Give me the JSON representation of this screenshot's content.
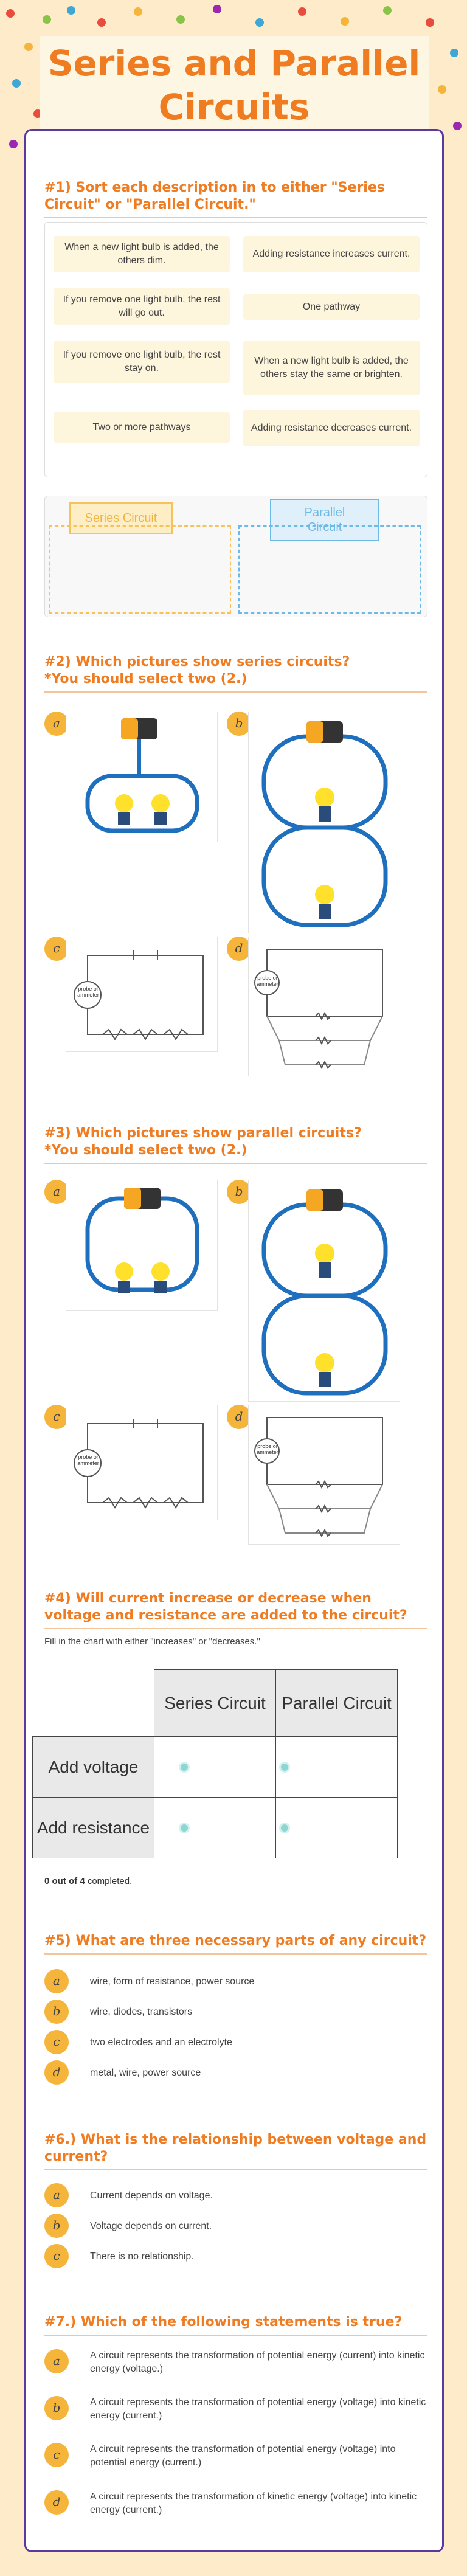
{
  "header": {
    "title": "Series and Parallel Circuits"
  },
  "q1": {
    "title": "#1) Sort each description in to either \"Series Circuit\" or \"Parallel Circuit.\"",
    "cards": [
      "When a new light bulb is added, the others dim.",
      "Adding resistance increases current.",
      "If you remove one light bulb, the rest will go out.",
      "One pathway",
      "If you remove one light bulb, the rest stay on.",
      "When a new light bulb is added, the others stay the same or brighten.",
      "Two or more pathways",
      "Adding resistance decreases current."
    ],
    "series_label": "Series Circuit",
    "parallel_label": "Parallel Circuit"
  },
  "q2": {
    "title": "#2) Which pictures show series circuits?",
    "subtitle": "*You should select two (2.)",
    "labels": [
      "a",
      "b",
      "c",
      "d"
    ]
  },
  "q3": {
    "title": "#3) Which pictures show parallel circuits?",
    "subtitle": "*You should select two (2.)",
    "labels": [
      "a",
      "b",
      "c",
      "d"
    ]
  },
  "circuit_text": {
    "probe": "probe or ammeter"
  },
  "q4": {
    "title": "#4) Will current increase or decrease when voltage and resistance are added to the circuit?",
    "instructions": "Fill in the chart with either \"increases\" or \"decreases.\"",
    "col1": "Series Circuit",
    "col2": "Parallel Circuit",
    "row1": "Add voltage",
    "row2": "Add resistance",
    "progress_count": "0 out of 4",
    "progress_rest": " completed."
  },
  "q5": {
    "title": "#5) What are three necessary parts of any circuit?",
    "options": [
      {
        "label": "a",
        "text": "wire, form of resistance, power source"
      },
      {
        "label": "b",
        "text": "wire, diodes, transistors"
      },
      {
        "label": "c",
        "text": "two electrodes and an electrolyte"
      },
      {
        "label": "d",
        "text": "metal, wire, power source"
      }
    ]
  },
  "q6": {
    "title": "#6.) What is the relationship between voltage and current?",
    "options": [
      {
        "label": "a",
        "text": "Current depends on voltage."
      },
      {
        "label": "b",
        "text": "Voltage depends on current."
      },
      {
        "label": "c",
        "text": "There is no relationship."
      }
    ]
  },
  "q7": {
    "title": "#7.) Which of the following statements is true?",
    "options": [
      {
        "label": "a",
        "text": "A circuit represents the transformation of potential energy (current) into kinetic energy (voltage.)"
      },
      {
        "label": "b",
        "text": "A circuit represents the transformation of potential energy (voltage) into kinetic energy (current.)"
      },
      {
        "label": "c",
        "text": "A circuit represents the transformation of potential energy (voltage) into potential energy (current.)"
      },
      {
        "label": "d",
        "text": "A circuit represents the transformation of kinetic energy (voltage) into kinetic energy (current.)"
      }
    ]
  },
  "colors": {
    "accent": "#f07c22",
    "border": "#5b3aa0",
    "badge": "#f5b43a",
    "radio": "#8fd6d2"
  }
}
